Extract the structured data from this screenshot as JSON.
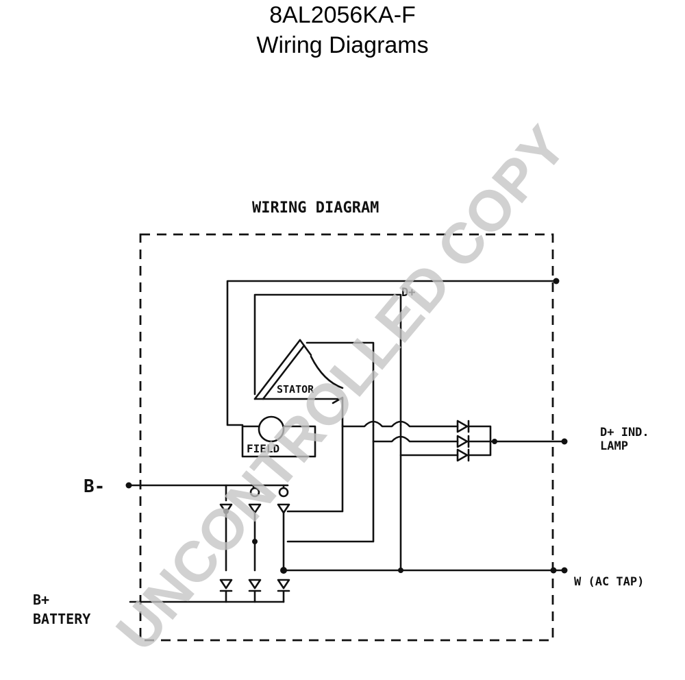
{
  "header": {
    "part_number": "8AL2056KA-F",
    "subtitle": "Wiring Diagrams"
  },
  "diagram": {
    "heading": "WIRING DIAGRAM",
    "labels": {
      "d_plus": "D+",
      "stator": "STATOR",
      "field": "FIELD",
      "b_minus": "B-",
      "b_plus": "B+",
      "battery": "BATTERY",
      "ind_lamp_1": "D+ IND.",
      "ind_lamp_2": "LAMP",
      "ac_tap": "W (AC TAP)"
    }
  },
  "watermark": {
    "text": "UNCONTROLLED COPY",
    "color": "#c4c4c4"
  }
}
